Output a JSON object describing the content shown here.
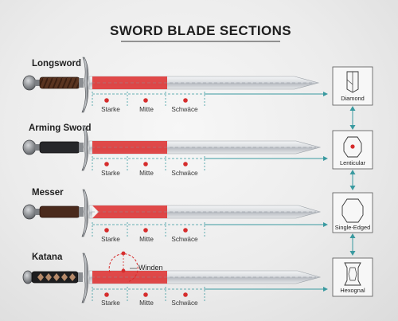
{
  "title": "SWORD BLADE SECTIONS",
  "colors": {
    "accent_red": "#de3b3b",
    "connector_teal": "#3a9aa0",
    "dot_red": "#d62c2c",
    "blade_steel": "#cfd3d8"
  },
  "swords": [
    {
      "name": "Longsword",
      "segments": [
        "Starke",
        "Mitte",
        "Schwäce"
      ],
      "cross_section": "Diamond",
      "cross_section_icon": "diamond-section-icon",
      "grip": "leather-wrapped"
    },
    {
      "name": "Arming Sword",
      "segments": [
        "Starke",
        "Mitte",
        "Schwäce"
      ],
      "cross_section": "Lenticular",
      "cross_section_icon": "lenticular-section-icon",
      "grip": "black"
    },
    {
      "name": "Messer",
      "segments": [
        "Starke",
        "Mitte",
        "Schwäce"
      ],
      "cross_section": "Single-Edged",
      "cross_section_icon": "single-edged-section-icon",
      "grip": "brown"
    },
    {
      "name": "Katana",
      "segments": [
        "Starke",
        "Mitte",
        "Schwäce"
      ],
      "cross_section": "Hexognal",
      "cross_section_icon": "hexagonal-section-icon",
      "grip": "diamond-wrapped",
      "annotation": "Winden"
    }
  ]
}
